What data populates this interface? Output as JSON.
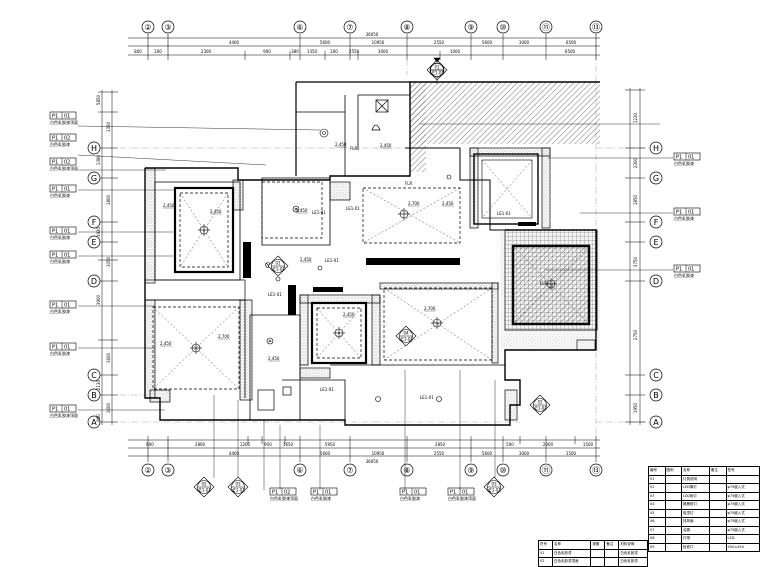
{
  "top_axes": [
    "②",
    "③",
    "⑥",
    "⑦",
    "⑧",
    "⑨",
    "⑩",
    "⑪",
    "⑬"
  ],
  "bottom_axes": [
    "②",
    "③",
    "⑥",
    "⑦",
    "⑧",
    "⑨",
    "⑩",
    "⑪",
    "⑬"
  ],
  "left_axes": [
    "H",
    "G",
    "F",
    "E",
    "D",
    "C",
    "B",
    "A"
  ],
  "right_axes": [
    "H",
    "G",
    "F",
    "E",
    "D",
    "C",
    "B",
    "A"
  ],
  "top_dims_outer": [
    "4400",
    "5600",
    "10950",
    "2550",
    "5600",
    "3000",
    "6500"
  ],
  "top_dims_total": "36050",
  "top_dims_inner": [
    "800",
    "200",
    "2300",
    "900",
    "380",
    "1350",
    "200",
    "2550",
    "3000",
    "1000",
    "6500"
  ],
  "bottom_dims_outer": [
    "4400",
    "5600",
    "10950",
    "2550",
    "5600",
    "3000",
    "1500"
  ],
  "bottom_dims_total": "36050",
  "bottom_dims_inner": [
    "600",
    "2800",
    "1200",
    "950",
    "1650",
    "5950",
    "2850",
    "500",
    "2000",
    "1500"
  ],
  "left_dims": [
    "5850",
    "1350",
    "1380",
    "1800",
    "1930",
    "1050",
    "3900",
    "1600",
    "2130",
    "1600",
    "950"
  ],
  "right_dims": [
    "1230",
    "2300",
    "1850",
    "3750",
    "2750",
    "1950"
  ],
  "left_tags": [
    {
      "code": "P1",
      "num": "01",
      "text": "白色乳胶漆顶面"
    },
    {
      "code": "P1",
      "num": "02",
      "text": "白色乳胶漆"
    },
    {
      "code": "P1",
      "num": "02",
      "text": "白色乳胶漆顶面"
    },
    {
      "code": "P1",
      "num": "01",
      "text": "白色乳胶漆"
    },
    {
      "code": "P1",
      "num": "01",
      "text": "白色乳胶漆"
    },
    {
      "code": "P1",
      "num": "01",
      "text": "白色乳胶漆"
    },
    {
      "code": "P1",
      "num": "01",
      "text": "白色乳胶漆"
    },
    {
      "code": "P1",
      "num": "01",
      "text": "白色乳胶漆"
    },
    {
      "code": "P1",
      "num": "01",
      "text": "白色乳胶漆顶面"
    }
  ],
  "right_tags": [
    {
      "code": "P1",
      "num": "01",
      "text": "白色乳胶漆"
    },
    {
      "code": "P1",
      "num": "01",
      "text": "白色乳胶漆"
    },
    {
      "code": "P1",
      "num": "01",
      "text": "白色乳胶漆"
    }
  ],
  "bottom_tags": [
    {
      "code": "P1",
      "num": "02",
      "text": "白色乳胶漆顶面"
    },
    {
      "code": "P1",
      "num": "01",
      "text": "白色乳胶漆"
    },
    {
      "code": "P1",
      "num": "01",
      "text": "白色乳胶漆"
    },
    {
      "code": "P1",
      "num": "01",
      "text": "白色乳胶漆顶面"
    }
  ],
  "section_marks": [
    {
      "num": "02",
      "ref": "LE1-01"
    },
    {
      "num": "03",
      "ref": "LE1-01"
    },
    {
      "num": "01",
      "ref": "LE1-01"
    },
    {
      "num": "04",
      "ref": "LE1-01"
    },
    {
      "num": "03",
      "ref": "LE1-01"
    },
    {
      "num": "01",
      "ref": "LE1-01"
    },
    {
      "num": "02",
      "ref": "LE1-01"
    }
  ],
  "room_labels": {
    "ceiling_heights": [
      "2,450",
      "2,450",
      "2,700",
      "2,450",
      "2,450",
      "2,700",
      "2,450",
      "2,700",
      "2,450",
      "2,450",
      "2,450",
      "2,450",
      "2,450"
    ],
    "area_code": "LE1-01",
    "small_note": "FLR"
  },
  "legend": {
    "headers": [
      "编号",
      "图例",
      "名称",
      "备注",
      "型号"
    ],
    "rows": [
      [
        "01",
        "",
        "灯具说明",
        "",
        ""
      ],
      [
        "02",
        "",
        "LED筒灯",
        "",
        "φ75嵌入式"
      ],
      [
        "03",
        "",
        "LED射灯",
        "",
        "φ75嵌入式"
      ],
      [
        "04",
        "",
        "格栅射灯",
        "",
        "φ75嵌入式"
      ],
      [
        "05",
        "",
        "吸顶灯",
        "",
        "φ75嵌入式"
      ],
      [
        "06",
        "",
        "排风扇",
        "",
        "φ75嵌入式"
      ],
      [
        "07",
        "",
        "浴霸",
        "",
        "φ75嵌入式"
      ],
      [
        "08",
        "",
        "灯带",
        "",
        "LED"
      ],
      [
        "09",
        "",
        "检修口",
        "",
        "450×450"
      ]
    ]
  },
  "bottom_table": {
    "rows": [
      [
        "符号",
        "名称",
        "规格",
        "备注",
        "材料说明"
      ],
      [
        "01",
        "白色乳胶漆",
        "",
        "",
        "白色乳胶漆"
      ],
      [
        "02",
        "白色乳胶漆顶面",
        "",
        "",
        "白色乳胶漆"
      ]
    ]
  }
}
